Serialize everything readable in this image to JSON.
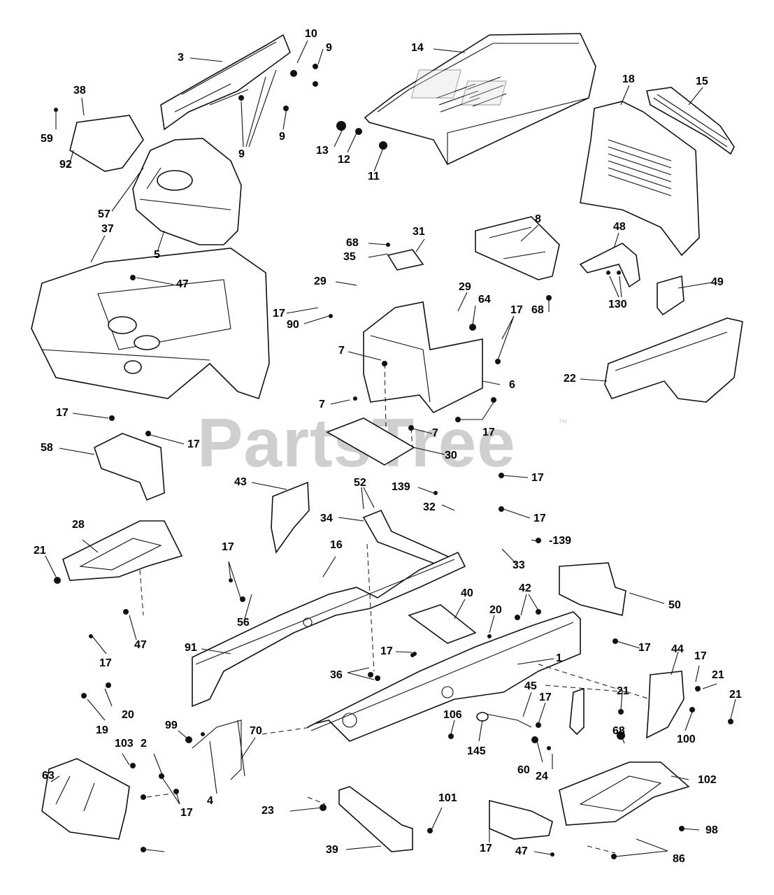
{
  "watermark": {
    "text": "PartsTree",
    "trademark": "™"
  },
  "callouts": [
    {
      "id": "c3",
      "text": "3"
    },
    {
      "id": "c10",
      "text": "10"
    },
    {
      "id": "c9a",
      "text": "9"
    },
    {
      "id": "c9b",
      "text": "9"
    },
    {
      "id": "c9c",
      "text": "9"
    },
    {
      "id": "c14",
      "text": "14"
    },
    {
      "id": "c18",
      "text": "18"
    },
    {
      "id": "c15",
      "text": "15"
    },
    {
      "id": "c38",
      "text": "38"
    },
    {
      "id": "c59",
      "text": "59"
    },
    {
      "id": "c92",
      "text": "92"
    },
    {
      "id": "c57",
      "text": "57"
    },
    {
      "id": "c5",
      "text": "5"
    },
    {
      "id": "c13",
      "text": "13"
    },
    {
      "id": "c12",
      "text": "12"
    },
    {
      "id": "c11",
      "text": "11"
    },
    {
      "id": "c8",
      "text": "8"
    },
    {
      "id": "c68a",
      "text": "68"
    },
    {
      "id": "c35",
      "text": "35"
    },
    {
      "id": "c31",
      "text": "31"
    },
    {
      "id": "c48",
      "text": "48"
    },
    {
      "id": "c130",
      "text": "130"
    },
    {
      "id": "c49",
      "text": "49"
    },
    {
      "id": "c37",
      "text": "37"
    },
    {
      "id": "c47a",
      "text": "47"
    },
    {
      "id": "c29a",
      "text": "29"
    },
    {
      "id": "c29b",
      "text": "29"
    },
    {
      "id": "c64",
      "text": "64"
    },
    {
      "id": "c17a",
      "text": "17"
    },
    {
      "id": "c68b",
      "text": "68"
    },
    {
      "id": "c17b",
      "text": "17"
    },
    {
      "id": "c90",
      "text": "90"
    },
    {
      "id": "c7a",
      "text": "7"
    },
    {
      "id": "c6",
      "text": "6"
    },
    {
      "id": "c7b",
      "text": "7"
    },
    {
      "id": "c17c",
      "text": "17"
    },
    {
      "id": "c7c",
      "text": "7"
    },
    {
      "id": "c30",
      "text": "30"
    },
    {
      "id": "c22",
      "text": "22"
    },
    {
      "id": "c17d",
      "text": "17"
    },
    {
      "id": "c17e",
      "text": "17"
    },
    {
      "id": "c58",
      "text": "58"
    },
    {
      "id": "c43",
      "text": "43"
    },
    {
      "id": "c52",
      "text": "52"
    },
    {
      "id": "c139a",
      "text": "139"
    },
    {
      "id": "c32",
      "text": "32"
    },
    {
      "id": "c17f",
      "text": "17"
    },
    {
      "id": "c34",
      "text": "34"
    },
    {
      "id": "c17g",
      "text": "17"
    },
    {
      "id": "c139b",
      "text": "-139"
    },
    {
      "id": "c33",
      "text": "33"
    },
    {
      "id": "c28",
      "text": "28"
    },
    {
      "id": "c21a",
      "text": "21"
    },
    {
      "id": "c16",
      "text": "16"
    },
    {
      "id": "c17h",
      "text": "17"
    },
    {
      "id": "c56",
      "text": "56"
    },
    {
      "id": "c50",
      "text": "50"
    },
    {
      "id": "c47b",
      "text": "47"
    },
    {
      "id": "c40",
      "text": "40"
    },
    {
      "id": "c42",
      "text": "42"
    },
    {
      "id": "c20a",
      "text": "20"
    },
    {
      "id": "c91",
      "text": "91"
    },
    {
      "id": "c17i",
      "text": "17"
    },
    {
      "id": "c17j",
      "text": "17"
    },
    {
      "id": "c1",
      "text": "1"
    },
    {
      "id": "c44",
      "text": "44"
    },
    {
      "id": "c17k",
      "text": "17"
    },
    {
      "id": "c36",
      "text": "36"
    },
    {
      "id": "c21b",
      "text": "21"
    },
    {
      "id": "c17l",
      "text": "17"
    },
    {
      "id": "c21c",
      "text": "21"
    },
    {
      "id": "c45",
      "text": "45"
    },
    {
      "id": "c17m",
      "text": "17"
    },
    {
      "id": "c20b",
      "text": "20"
    },
    {
      "id": "c19",
      "text": "19"
    },
    {
      "id": "c106",
      "text": "106"
    },
    {
      "id": "c21d",
      "text": "21"
    },
    {
      "id": "c100",
      "text": "100"
    },
    {
      "id": "c99",
      "text": "99"
    },
    {
      "id": "c70",
      "text": "70"
    },
    {
      "id": "c145",
      "text": "145"
    },
    {
      "id": "c68c",
      "text": "68"
    },
    {
      "id": "c103",
      "text": "103"
    },
    {
      "id": "c2",
      "text": "2"
    },
    {
      "id": "c63",
      "text": "63"
    },
    {
      "id": "c60",
      "text": "60"
    },
    {
      "id": "c24",
      "text": "24"
    },
    {
      "id": "c102",
      "text": "102"
    },
    {
      "id": "c4",
      "text": "4"
    },
    {
      "id": "c17n",
      "text": "17"
    },
    {
      "id": "c101",
      "text": "101"
    },
    {
      "id": "c23",
      "text": "23"
    },
    {
      "id": "c98",
      "text": "98"
    },
    {
      "id": "c39",
      "text": "39"
    },
    {
      "id": "c17o",
      "text": "17"
    },
    {
      "id": "c47c",
      "text": "47"
    },
    {
      "id": "c86",
      "text": "86"
    }
  ]
}
